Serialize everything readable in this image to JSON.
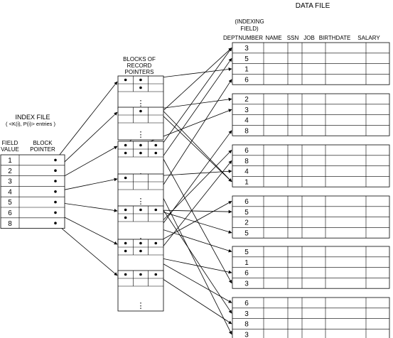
{
  "data_file": {
    "title": "DATA FILE",
    "indexing_label_1": "(INDEXING",
    "indexing_label_2": "FIELD)",
    "columns": [
      "DEPTNUMBER",
      "NAME",
      "SSN",
      "JOB",
      "BIRTHDATE",
      "SALARY"
    ],
    "blocks": [
      [
        "3",
        "5",
        "1",
        "6"
      ],
      [
        "2",
        "3",
        "4",
        "8"
      ],
      [
        "6",
        "8",
        "4",
        "1"
      ],
      [
        "6",
        "5",
        "2",
        "5"
      ],
      [
        "5",
        "1",
        "6",
        "3"
      ],
      [
        "6",
        "3",
        "8",
        "3"
      ]
    ]
  },
  "pointer_blocks": {
    "title_lines": [
      "BLOCKS OF",
      "RECORD",
      "POINTERS"
    ],
    "ellipsis": "⋮"
  },
  "index_file": {
    "title": "INDEX FILE",
    "subtitle": "( <K(i), P(i)> entries )",
    "col1_lines": [
      "FIELD",
      "VALUE"
    ],
    "col2_lines": [
      "BLOCK",
      "POINTER"
    ],
    "values": [
      "1",
      "2",
      "3",
      "4",
      "5",
      "6",
      "8"
    ]
  }
}
